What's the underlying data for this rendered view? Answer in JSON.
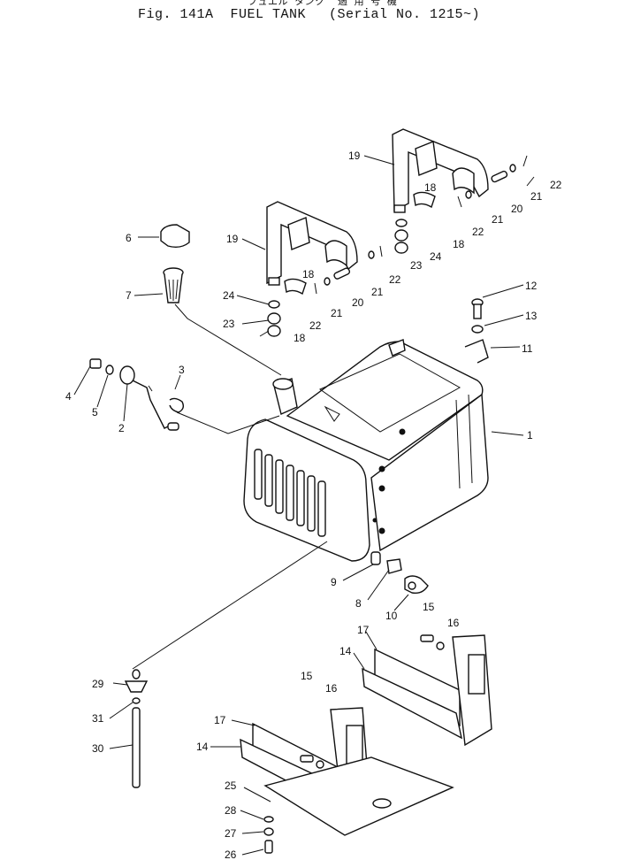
{
  "title": {
    "japanese_top": "フュエル タンク",
    "japanese_serial": "適 用 号 機",
    "figure": "Fig. 141A",
    "name": "FUEL TANK",
    "serial": "(Serial No. 1215~)"
  },
  "callouts": {
    "p1": "1",
    "p2": "2",
    "p3": "3",
    "p4": "4",
    "p5": "5",
    "p6": "6",
    "p7": "7",
    "p8": "8",
    "p9": "9",
    "p10": "10",
    "p11": "11",
    "p12": "12",
    "p13": "13",
    "p14a": "14",
    "p14b": "14",
    "p15a": "15",
    "p15b": "15",
    "p16a": "16",
    "p16b": "16",
    "p17a": "17",
    "p17b": "17",
    "p18a": "18",
    "p18b": "18",
    "p18c": "18",
    "p18d": "18",
    "p19a": "19",
    "p19b": "19",
    "p20a": "20",
    "p20b": "20",
    "p21a": "21",
    "p21b": "21",
    "p21c": "21",
    "p21d": "21",
    "p22a": "22",
    "p22b": "22",
    "p22c": "22",
    "p22d": "22",
    "p23a": "23",
    "p23b": "23",
    "p24a": "24",
    "p24b": "24",
    "p25": "25",
    "p26": "26",
    "p27": "27",
    "p28": "28",
    "p29": "29",
    "p30": "30",
    "p31": "31"
  }
}
